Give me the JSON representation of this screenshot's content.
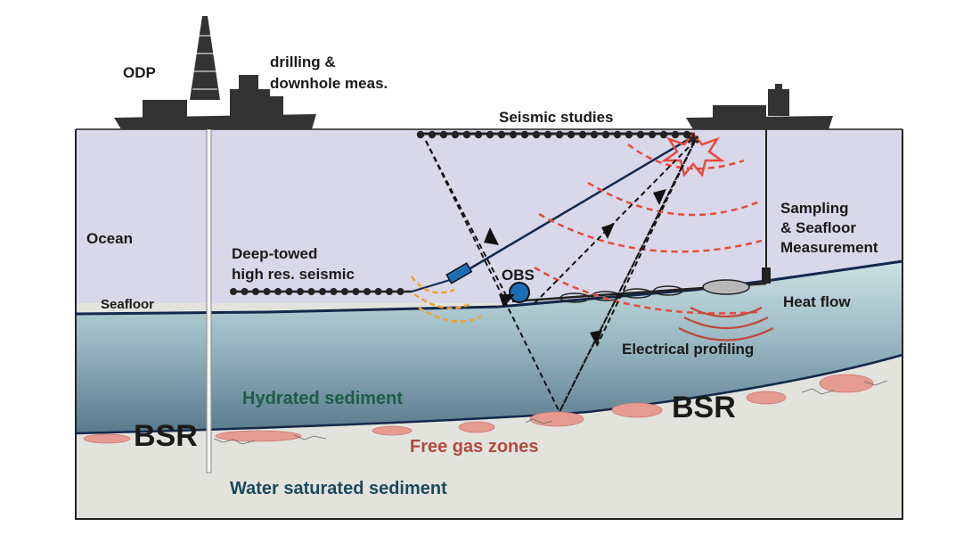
{
  "labels": {
    "odp": "ODP",
    "drilling": [
      "drilling &",
      "downhole meas."
    ],
    "seismic_studies": "Seismic studies",
    "ocean": "Ocean",
    "deep_towed": [
      "Deep-towed",
      "high res. seismic"
    ],
    "obs": "OBS",
    "sampling": [
      "Sampling",
      "& Seafloor",
      "Measurement"
    ],
    "seafloor": "Seafloor",
    "heat_flow": "Heat flow",
    "electrical_profiling": "Electrical profiling",
    "hydrated_sediment": "Hydrated sediment",
    "bsr_left": "BSR",
    "bsr_right": "BSR",
    "free_gas_zones": "Free gas zones",
    "water_saturated": "Water saturated sediment"
  },
  "colors": {
    "ocean": "#d8d8ea",
    "hydrate_top": "#b9d3d9",
    "hydrate_bottom": "#5e7d8d",
    "water_sat": "#e2e2dd",
    "navy_line": "#14284a",
    "red_wave": "#e84a3c",
    "orange_wave": "#f0a030",
    "gas_pink": "#e59b8f",
    "hydrated_text": "#1f5c4a",
    "free_gas_text": "#b04a3e",
    "water_sat_text": "#1c4a5a",
    "obs_blue": "#1d6fb5"
  }
}
